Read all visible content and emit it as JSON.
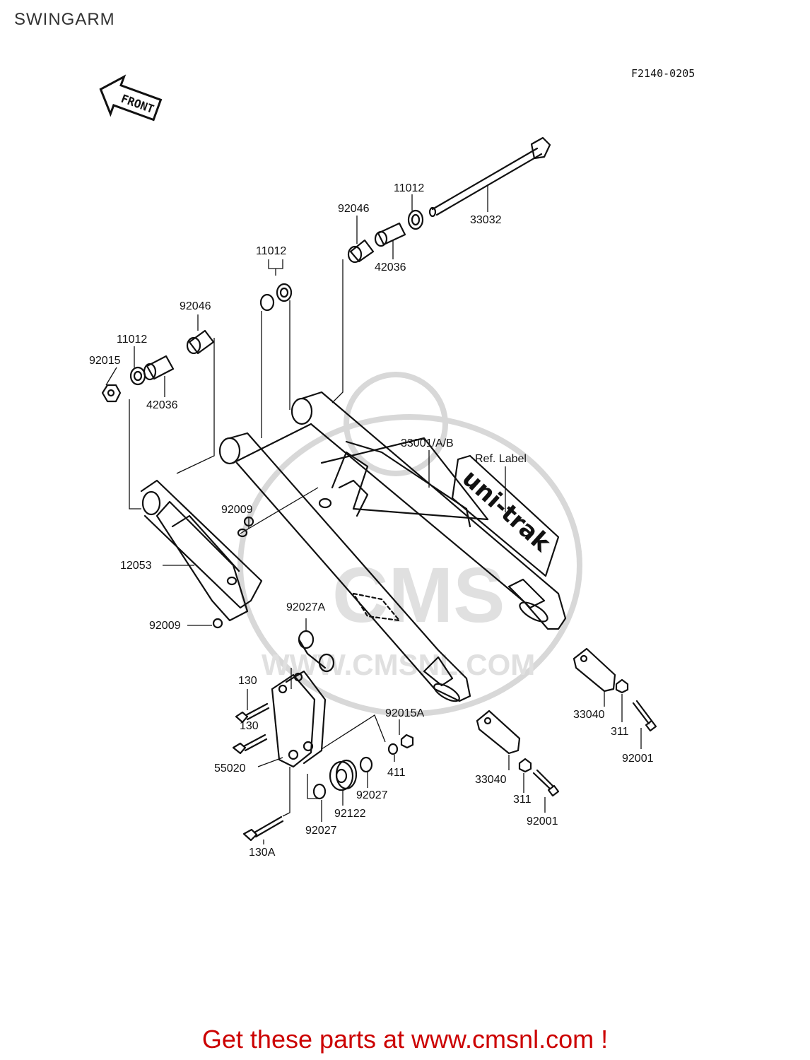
{
  "page": {
    "title": "SWINGARM",
    "diagram_code": "F2140-0205"
  },
  "orientation_arrow": {
    "label": "FRONT"
  },
  "watermark": {
    "text": "WWW.CMSNL.COM",
    "logo_text": "CMS"
  },
  "swingarm_label": {
    "brand": "uni-trak"
  },
  "parts": [
    {
      "id": "p-11012-a",
      "number": "11012"
    },
    {
      "id": "p-33032",
      "number": "33032"
    },
    {
      "id": "p-92046-a",
      "number": "92046"
    },
    {
      "id": "p-42036-a",
      "number": "42036"
    },
    {
      "id": "p-11012-b",
      "number": "11012"
    },
    {
      "id": "p-92046-b",
      "number": "92046"
    },
    {
      "id": "p-11012-c",
      "number": "11012"
    },
    {
      "id": "p-92015",
      "number": "92015"
    },
    {
      "id": "p-42036-b",
      "number": "42036"
    },
    {
      "id": "p-33001",
      "number": "33001/A/B"
    },
    {
      "id": "p-ref-label",
      "number": "Ref. Label"
    },
    {
      "id": "p-92009-a",
      "number": "92009"
    },
    {
      "id": "p-12053",
      "number": "12053"
    },
    {
      "id": "p-92009-b",
      "number": "92009"
    },
    {
      "id": "p-92027a",
      "number": "92027A"
    },
    {
      "id": "p-130-a",
      "number": "130"
    },
    {
      "id": "p-130-b",
      "number": "130"
    },
    {
      "id": "p-55020",
      "number": "55020"
    },
    {
      "id": "p-92015a",
      "number": "92015A"
    },
    {
      "id": "p-411",
      "number": "411"
    },
    {
      "id": "p-92027-a",
      "number": "92027"
    },
    {
      "id": "p-92122",
      "number": "92122"
    },
    {
      "id": "p-92027-b",
      "number": "92027"
    },
    {
      "id": "p-130a",
      "number": "130A"
    },
    {
      "id": "p-33040-a",
      "number": "33040"
    },
    {
      "id": "p-311-a",
      "number": "311"
    },
    {
      "id": "p-92001-a",
      "number": "92001"
    },
    {
      "id": "p-33040-b",
      "number": "33040"
    },
    {
      "id": "p-311-b",
      "number": "311"
    },
    {
      "id": "p-92001-b",
      "number": "92001"
    }
  ],
  "footer": {
    "text": "Get these parts at www.cmsnl.com !"
  },
  "colors": {
    "line": "#111111",
    "watermark": "#d8d8d8",
    "footer": "#cc0000"
  }
}
